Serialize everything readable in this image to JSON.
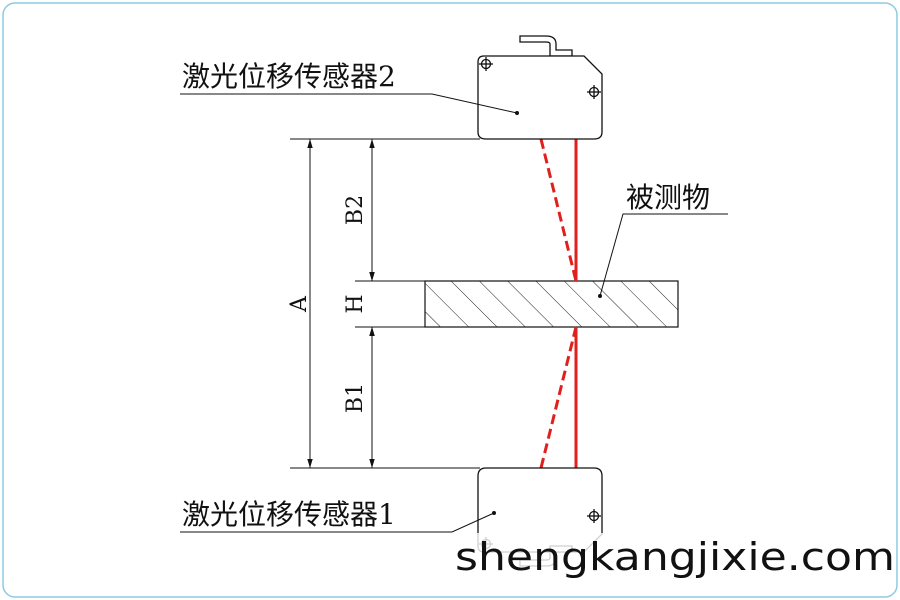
{
  "labels": {
    "sensor_top": "激光位移传感器2",
    "sensor_bottom": "激光位移传感器1",
    "object": "被测物"
  },
  "dimensions": {
    "a": "A",
    "b2": "B2",
    "h": "H",
    "b1": "B1"
  },
  "watermark": "shengkangjixie.com",
  "colors": {
    "frame": "#8ecbe0",
    "line": "#111111",
    "laser": "#e0201c",
    "hatch": "#222222"
  }
}
